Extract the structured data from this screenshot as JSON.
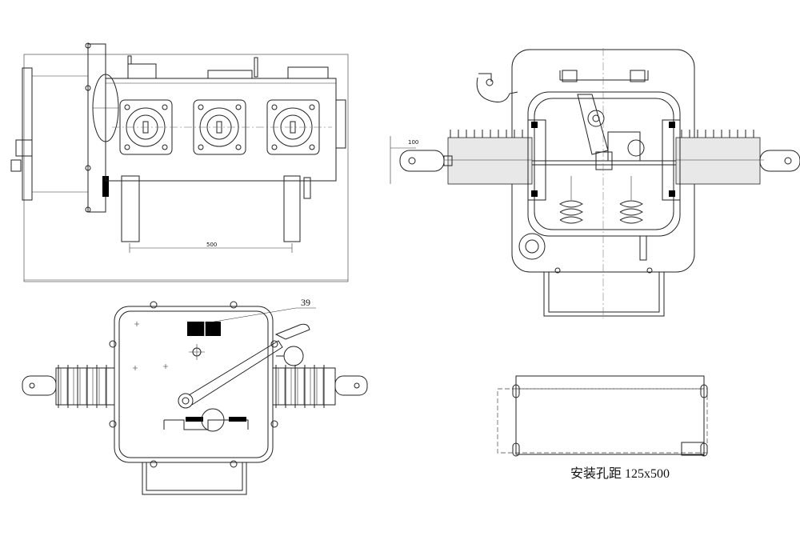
{
  "front_view": {
    "dimension_label": "500"
  },
  "side_view": {
    "dimension_label": "100"
  },
  "top_view": {
    "callout_number": "39"
  },
  "mounting_view": {
    "caption": "安装孔距 125x500"
  }
}
